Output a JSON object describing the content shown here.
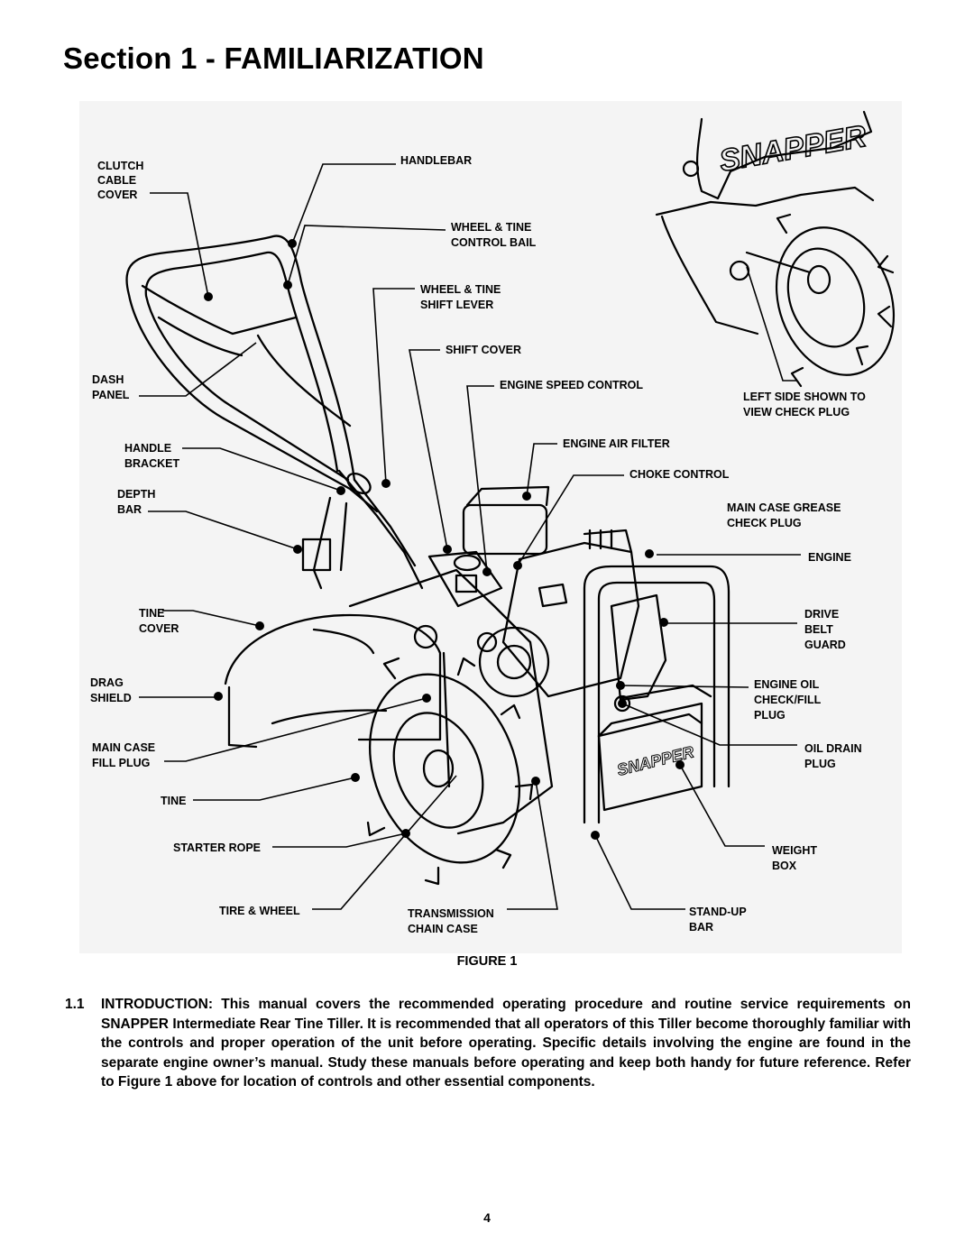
{
  "section_title": "Section 1 - FAMILIARIZATION",
  "figure": {
    "caption": "FIGURE 1",
    "logo_text": "SNAPPER",
    "labels": {
      "clutch_cable_cover": [
        "CLUTCH",
        "CABLE",
        "COVER"
      ],
      "handlebar": [
        "HANDLEBAR"
      ],
      "wheel_tine_control_bail": [
        "WHEEL & TINE",
        "CONTROL BAIL"
      ],
      "wheel_tine_shift_lever": [
        "WHEEL & TINE",
        "SHIFT LEVER"
      ],
      "shift_cover": [
        "SHIFT COVER"
      ],
      "engine_speed_control": [
        "ENGINE SPEED CONTROL"
      ],
      "dash_panel": [
        "DASH",
        "PANEL"
      ],
      "left_side_note": [
        "LEFT SIDE SHOWN TO",
        "VIEW CHECK PLUG"
      ],
      "engine_air_filter": [
        "ENGINE AIR FILTER"
      ],
      "handle_bracket": [
        "HANDLE",
        "BRACKET"
      ],
      "choke_control": [
        "CHOKE CONTROL"
      ],
      "depth_bar": [
        "DEPTH",
        "BAR"
      ],
      "main_case_grease_check_plug": [
        "MAIN CASE GREASE",
        "CHECK PLUG"
      ],
      "engine": [
        "ENGINE"
      ],
      "tine_cover": [
        "TINE",
        "COVER"
      ],
      "drive_belt_guard": [
        "DRIVE",
        "BELT",
        "GUARD"
      ],
      "drag_shield": [
        "DRAG",
        "SHIELD"
      ],
      "engine_oil_check_fill_plug": [
        "ENGINE OIL",
        "CHECK/FILL",
        "PLUG"
      ],
      "main_case_fill_plug": [
        "MAIN CASE",
        "FILL PLUG"
      ],
      "oil_drain_plug": [
        "OIL DRAIN",
        "PLUG"
      ],
      "tine": [
        "TINE"
      ],
      "starter_rope": [
        "STARTER ROPE"
      ],
      "weight_box": [
        "WEIGHT",
        "BOX"
      ],
      "tire_wheel": [
        "TIRE & WHEEL"
      ],
      "transmission_chain_case": [
        "TRANSMISSION",
        "CHAIN CASE"
      ],
      "stand_up_bar": [
        "STAND-UP",
        "BAR"
      ]
    }
  },
  "introduction": {
    "number": "1.1",
    "text": "INTRODUCTION: This manual covers the recommended operating procedure and routine service requirements on SNAPPER Intermediate Rear Tine Tiller. It is recommended that all operators of this Tiller become thoroughly familiar with the controls and proper operation of the unit before operating. Specific details involving the engine are found in the separate engine owner’s manual. Study these manuals before operating and keep both handy for future reference. Refer to Figure 1 above for location of controls and other essential components."
  },
  "page_number": "4"
}
